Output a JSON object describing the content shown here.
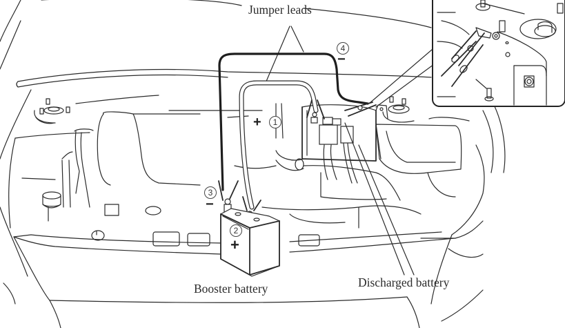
{
  "figure": {
    "title": "Jump starting connection diagram",
    "labels": {
      "jumper_leads": "Jumper leads",
      "booster_battery": "Booster battery",
      "discharged_battery": "Discharged battery"
    },
    "steps": [
      {
        "number": "1",
        "polarity": "+",
        "description": "Discharged battery positive terminal"
      },
      {
        "number": "2",
        "polarity": "+",
        "description": "Booster battery positive terminal"
      },
      {
        "number": "3",
        "polarity": "−",
        "description": "Booster battery negative terminal"
      },
      {
        "number": "4",
        "polarity": "−",
        "description": "Ground point on engine bay"
      }
    ],
    "step_glyphs": {
      "s1": "①",
      "s2": "②",
      "s3": "③",
      "s4": "④"
    },
    "signs": {
      "plus": "+",
      "minus": "−"
    },
    "inset": "detail-view-ground-connection",
    "colors": {
      "line": "#2a2a2a",
      "background": "#ffffff",
      "text": "#2b2b2b"
    }
  }
}
